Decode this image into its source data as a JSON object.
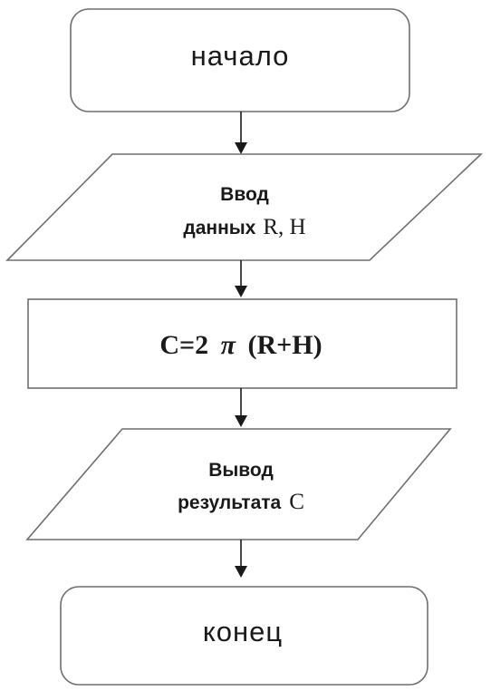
{
  "flowchart": {
    "start": {
      "label": "начало"
    },
    "input": {
      "line1": "Ввод",
      "line2_word": "данных",
      "line2_vars": "R, H"
    },
    "process": {
      "formula_left": "C=2",
      "formula_pi": "π",
      "formula_right": "(R+H)"
    },
    "output": {
      "line1": "Вывод",
      "line2_word": "результата",
      "line2_var": "C"
    },
    "end": {
      "label": "конец"
    }
  }
}
